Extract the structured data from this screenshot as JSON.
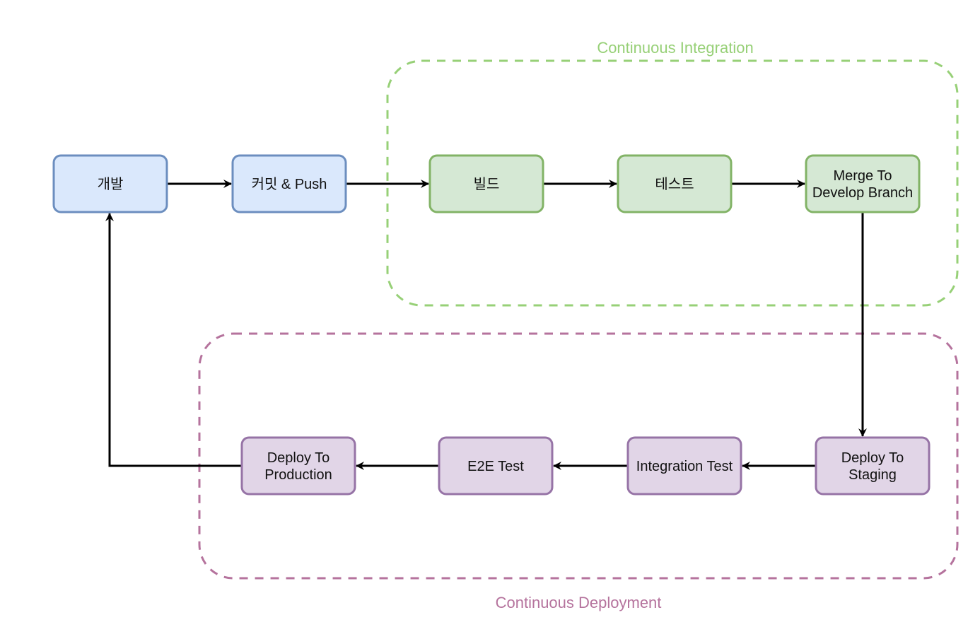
{
  "groups": {
    "ci": {
      "label": "Continuous Integration",
      "stroke": "#97d077",
      "text_color": "#97d077"
    },
    "cd": {
      "label": "Continuous Deployment",
      "stroke": "#b5739d",
      "text_color": "#b5739d"
    }
  },
  "styles": {
    "blue": {
      "fill": "#dae8fc",
      "stroke": "#6c8ebf"
    },
    "green": {
      "fill": "#d5e8d4",
      "stroke": "#82b366"
    },
    "purple": {
      "fill": "#e1d5e7",
      "stroke": "#9673a6"
    },
    "arrow": "#000000"
  },
  "nodes": {
    "develop": {
      "lines": [
        "개발"
      ],
      "style": "blue"
    },
    "commit_push": {
      "lines": [
        "커밋 & Push"
      ],
      "style": "blue"
    },
    "build": {
      "lines": [
        "빌드"
      ],
      "style": "green"
    },
    "test": {
      "lines": [
        "테스트"
      ],
      "style": "green"
    },
    "merge": {
      "lines": [
        "Merge To",
        "Develop Branch"
      ],
      "style": "green"
    },
    "deploy_staging": {
      "lines": [
        "Deploy To",
        "Staging"
      ],
      "style": "purple"
    },
    "integration_test": {
      "lines": [
        "Integration Test"
      ],
      "style": "purple"
    },
    "e2e_test": {
      "lines": [
        "E2E Test"
      ],
      "style": "purple"
    },
    "deploy_production": {
      "lines": [
        "Deploy To",
        "Production"
      ],
      "style": "purple"
    }
  },
  "edges": [
    {
      "from": "develop",
      "to": "commit_push"
    },
    {
      "from": "commit_push",
      "to": "build"
    },
    {
      "from": "build",
      "to": "test"
    },
    {
      "from": "test",
      "to": "merge"
    },
    {
      "from": "merge",
      "to": "deploy_staging"
    },
    {
      "from": "deploy_staging",
      "to": "integration_test"
    },
    {
      "from": "integration_test",
      "to": "e2e_test"
    },
    {
      "from": "e2e_test",
      "to": "deploy_production"
    },
    {
      "from": "deploy_production",
      "to": "develop"
    }
  ]
}
